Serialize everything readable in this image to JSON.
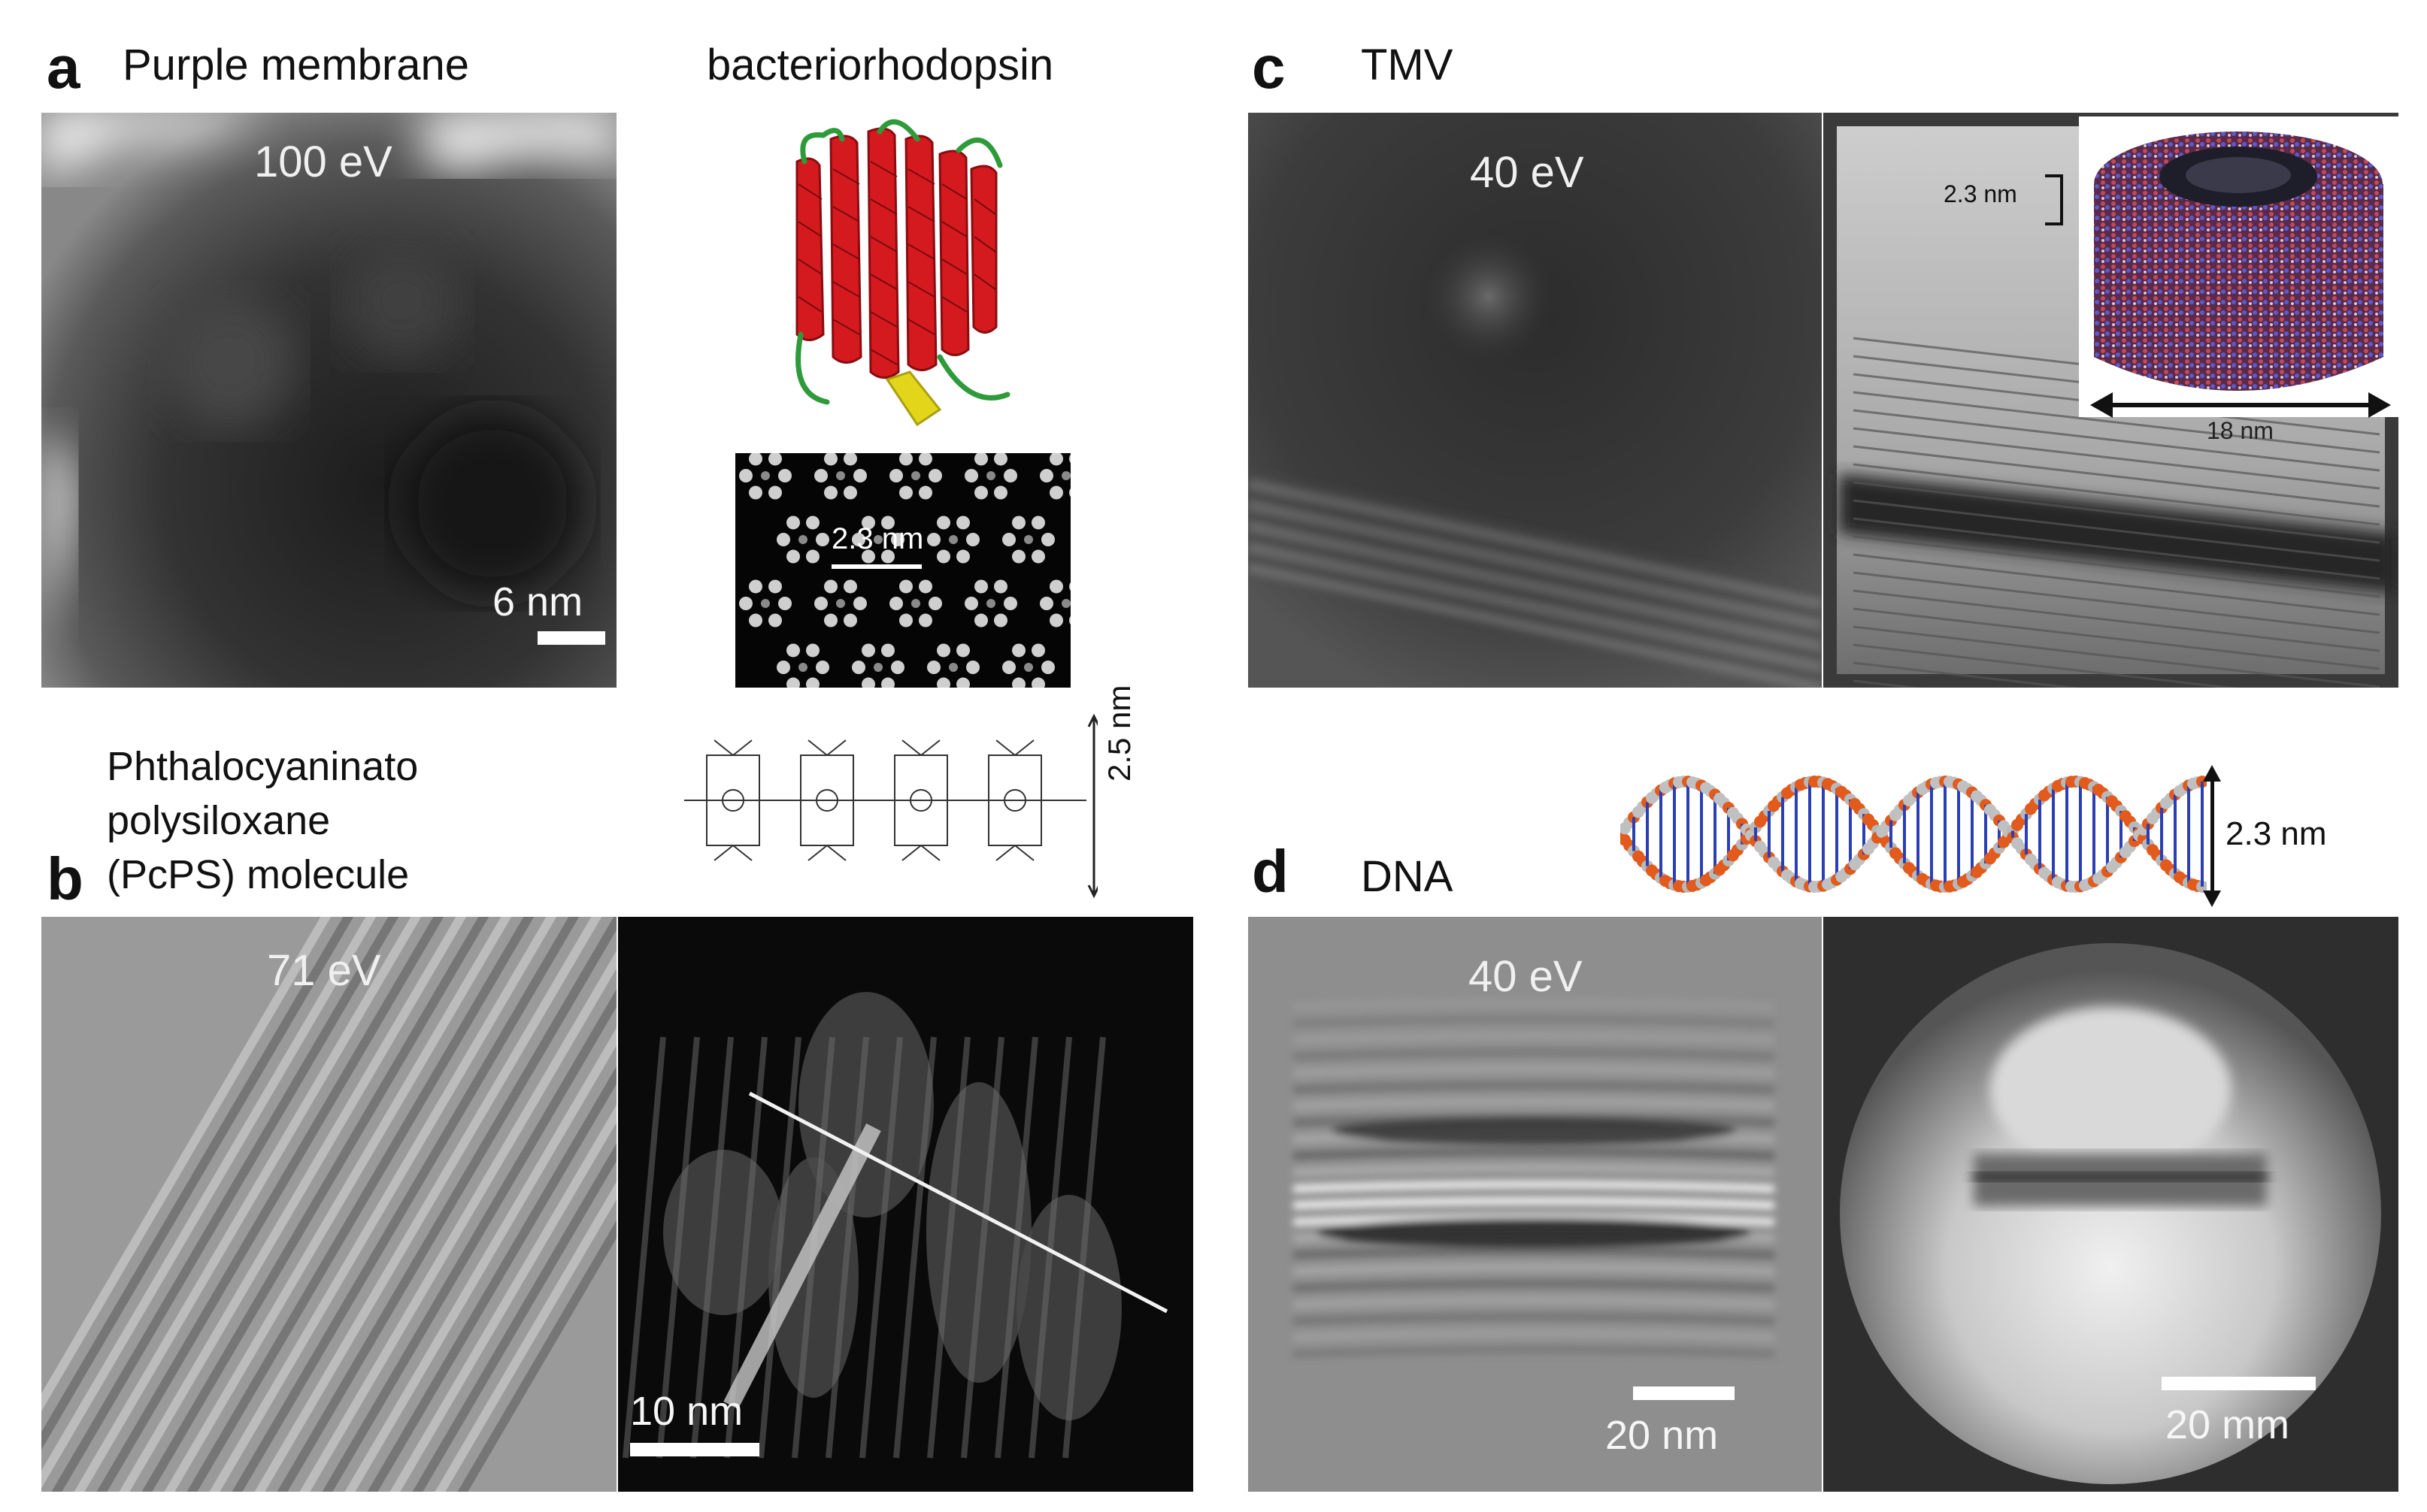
{
  "figure": {
    "panel_a": {
      "letter": "a",
      "title": "Purple membrane",
      "protein_title": "bacteriorhodopsin",
      "energy": "100 eV",
      "scale": "6 nm",
      "lattice_label": "2.3 nm"
    },
    "panel_b": {
      "letter": "b",
      "title_lines": [
        "Phthalocyaninato",
        "polysiloxane",
        "(PcPS) molecule"
      ],
      "height_label": "2.5 nm",
      "energy": "71 eV",
      "scale": "10 nm"
    },
    "panel_c": {
      "letter": "c",
      "title": "TMV",
      "energy": "40 eV",
      "inset_height": "2.3 nm",
      "inset_width": "18 nm"
    },
    "panel_d": {
      "letter": "d",
      "title": "DNA",
      "height_label": "2.3 nm",
      "energy": "40 eV",
      "scale_left": "20 nm",
      "scale_right": "20 mm"
    }
  },
  "colors": {
    "helix": "#d41a1e",
    "loop": "#2e9a3a",
    "strand": "#e3d61a",
    "virus": "#5b2a4a",
    "dna_orange": "#e25a1c",
    "dna_blue": "#2b3fb5"
  }
}
